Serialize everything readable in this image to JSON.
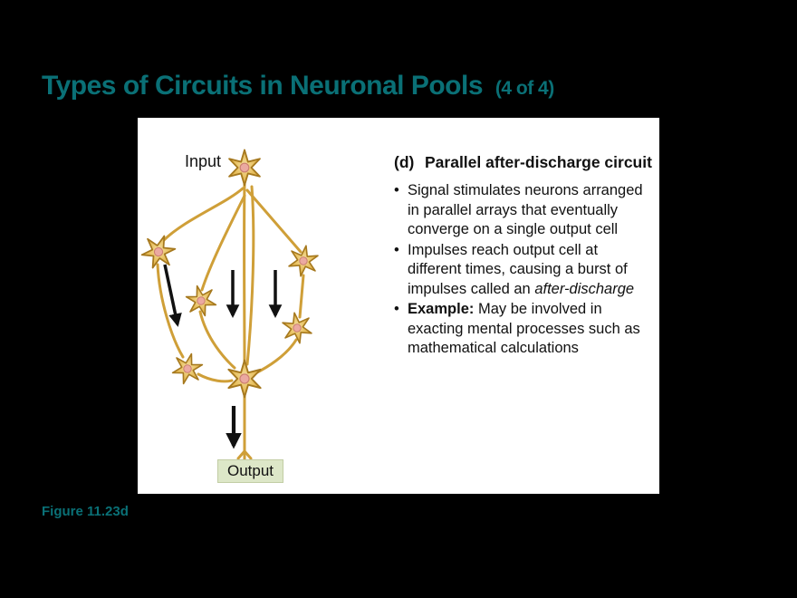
{
  "slide": {
    "title_main": "Types of Circuits in Neuronal Pools",
    "title_suffix": "(4 of 4)",
    "caption": "Figure 11.23d"
  },
  "diagram": {
    "input_label": "Input",
    "output_label": "Output",
    "neuron_fill": "#e6bc58",
    "neuron_outline": "#a6791f",
    "axon_color": "#cf9f38",
    "arrow_color": "#111111",
    "output_box_color": "#dde7c8"
  },
  "panel": {
    "heading_prefix": "(d)",
    "heading_text": "Parallel after-discharge circuit",
    "bullet_marker": "•",
    "bullet1": "Signal stimulates neurons arranged in parallel arrays that eventually converge on a single output cell",
    "bullet2_pre": "Impulses reach output cell at different times, causing a burst of impulses called an ",
    "bullet2_italic": "after-discharge",
    "bullet3_bold": "Example:",
    "bullet3_rest": " May be involved in exacting mental processes such as mathematical calculations"
  }
}
